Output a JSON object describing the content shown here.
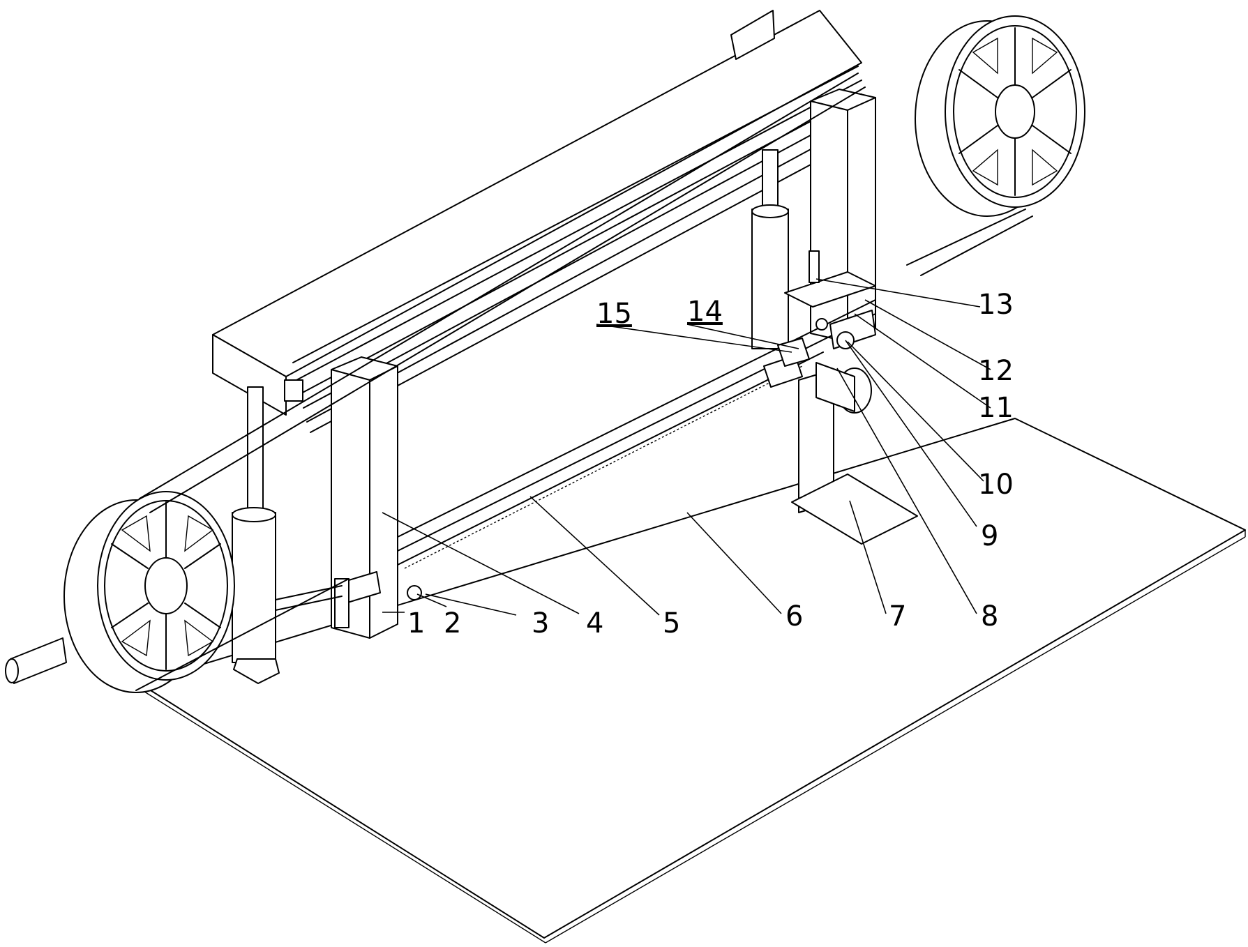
{
  "figure": {
    "labels": [
      {
        "id": "1",
        "text": "1"
      },
      {
        "id": "2",
        "text": "2"
      },
      {
        "id": "3",
        "text": "3"
      },
      {
        "id": "4",
        "text": "4"
      },
      {
        "id": "5",
        "text": "5"
      },
      {
        "id": "6",
        "text": "6"
      },
      {
        "id": "7",
        "text": "7"
      },
      {
        "id": "8",
        "text": "8"
      },
      {
        "id": "9",
        "text": "9"
      },
      {
        "id": "10",
        "text": "10"
      },
      {
        "id": "11",
        "text": "11"
      },
      {
        "id": "12",
        "text": "12"
      },
      {
        "id": "13",
        "text": "13"
      },
      {
        "id": "14",
        "text": "14"
      },
      {
        "id": "15",
        "text": "15"
      }
    ]
  }
}
